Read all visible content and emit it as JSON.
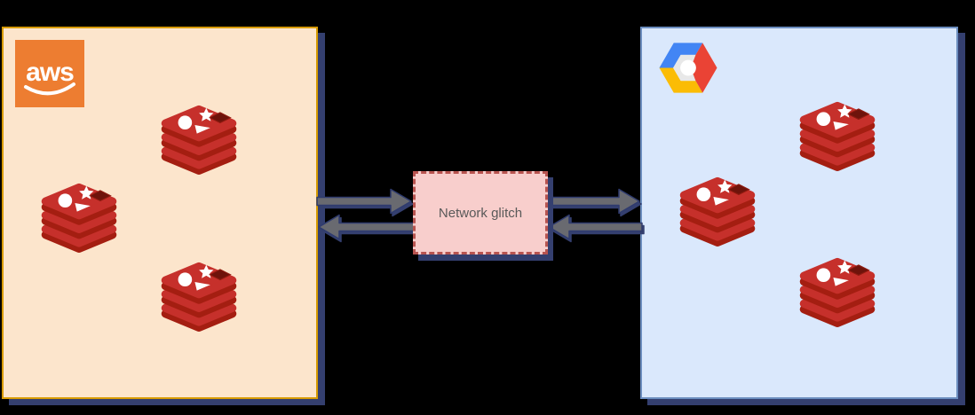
{
  "diagram": {
    "background": "#000000",
    "description": "Two cloud regions (AWS and Google Cloud), each running three Redis database nodes, replicating through a network glitch"
  },
  "aws_panel": {
    "provider": "AWS",
    "fill": "#FCE5CC",
    "stroke": "#D79B00",
    "logo": {
      "label": "aws",
      "bg": "#ED7D31",
      "text_color": "#FFFFFF",
      "icon": "aws-logo-icon"
    },
    "nodes": [
      {
        "icon": "redis-database-icon"
      },
      {
        "icon": "redis-database-icon"
      },
      {
        "icon": "redis-database-icon"
      }
    ]
  },
  "gcp_panel": {
    "provider": "Google Cloud Platform",
    "fill": "#DAE8FC",
    "stroke": "#6C8EBF",
    "logo": {
      "icon": "google-cloud-hexagon-icon",
      "colors": {
        "blue": "#4285F4",
        "red": "#EA4335",
        "yellow": "#FBBC05",
        "gray": "#E8E8E8"
      }
    },
    "nodes": [
      {
        "icon": "redis-database-icon"
      },
      {
        "icon": "redis-database-icon"
      },
      {
        "icon": "redis-database-icon"
      }
    ]
  },
  "glitch": {
    "label": "Network glitch",
    "fill": "#F8CECC",
    "stroke": "#B85450",
    "text_color": "#595959"
  },
  "arrows": {
    "fill": "#696A70",
    "outline": "#2F3B6E",
    "shadow": "#343F6F",
    "items": [
      {
        "from": "aws",
        "to": "network-glitch",
        "direction": "right",
        "position": "top-left"
      },
      {
        "from": "network-glitch",
        "to": "gcp",
        "direction": "right",
        "position": "top-right"
      },
      {
        "from": "network-glitch",
        "to": "aws",
        "direction": "left",
        "position": "bottom-left"
      },
      {
        "from": "gcp",
        "to": "network-glitch",
        "direction": "left",
        "position": "bottom-right"
      }
    ]
  },
  "redis_icon_colors": {
    "top": "#C6302B",
    "side": "#A41E11",
    "hole": "#8F1B10",
    "hole_dark": "#6E130B"
  },
  "css_vars": {
    "--bg": "#000000",
    "--shadow": "#343F6F",
    "--aws-fill": "#FCE5CC",
    "--aws-stroke": "#D79B00",
    "--aws-logo-bg": "#ED7D31",
    "--gcp-fill": "#DAE8FC",
    "--gcp-stroke": "#6C8EBF",
    "--gcp-blue": "#4285F4",
    "--gcp-red": "#EA4335",
    "--gcp-yellow": "#FBBC05",
    "--gcp-gray": "#E8E8E8",
    "--glitch-fill": "#F8CECC",
    "--glitch-stroke": "#B85450",
    "--glitch-text": "#595959",
    "--arrow-fill": "#696A70",
    "--arrow-stroke": "#2F3B6E",
    "--redis-top": "#C6302B",
    "--redis-side": "#A41E11",
    "--redis-hole": "#8F1B10",
    "--redis-hole-dark": "#6E130B"
  }
}
